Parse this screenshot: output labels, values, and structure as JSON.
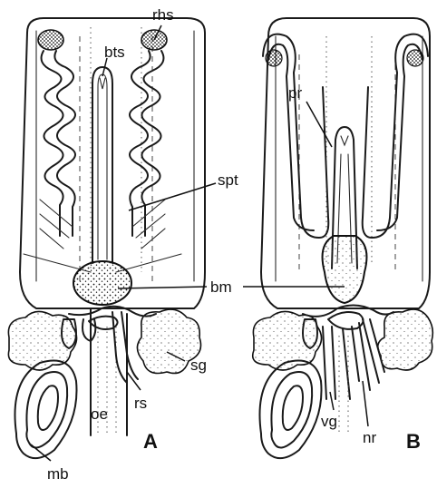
{
  "figure": {
    "panels": [
      {
        "letter": "A"
      },
      {
        "letter": "B"
      }
    ],
    "labels": {
      "rhs": "rhs",
      "bts": "bts",
      "spt": "spt",
      "bm": "bm",
      "sg": "sg",
      "rs": "rs",
      "oe": "oe",
      "mb": "mb",
      "pr": "pr",
      "vg": "vg",
      "nr": "nr"
    }
  }
}
